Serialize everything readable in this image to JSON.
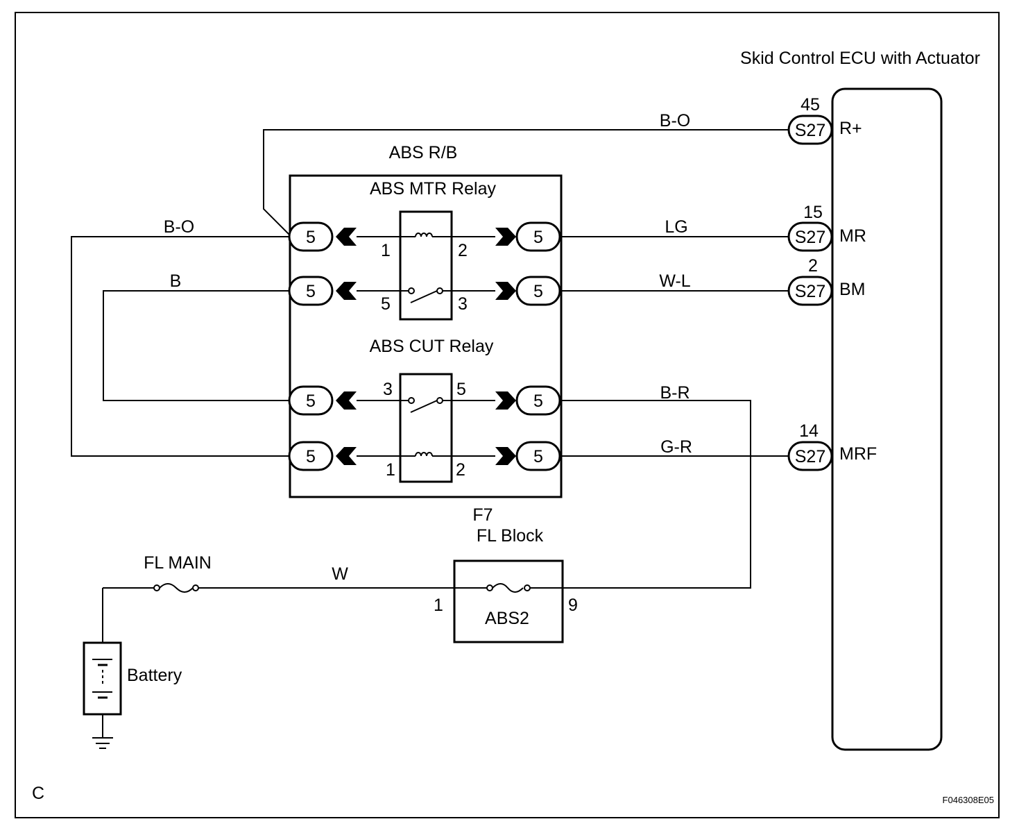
{
  "title": "Skid Control ECU with Actuator",
  "relay_block": {
    "name": "ABS R/B",
    "mtr_relay": "ABS MTR Relay",
    "cut_relay": "ABS CUT Relay",
    "connector_no": "5",
    "mtr_pins": {
      "p1": "1",
      "p2": "2",
      "p5": "5",
      "p3": "3"
    },
    "cut_pins": {
      "p3": "3",
      "p5": "5",
      "p1": "1",
      "p2": "2"
    }
  },
  "ecu": {
    "connector": "S27",
    "pins": [
      {
        "num": "45",
        "name": "R+"
      },
      {
        "num": "15",
        "name": "MR"
      },
      {
        "num": "2",
        "name": "BM"
      },
      {
        "num": "14",
        "name": "MRF"
      }
    ]
  },
  "wires": {
    "bo_top": "B-O",
    "bo_left": "B-O",
    "b_left": "B",
    "lg": "LG",
    "wl": "W-L",
    "br": "B-R",
    "gr": "G-R",
    "w": "W"
  },
  "fl_block": {
    "connector": "F7",
    "name": "FL Block",
    "fuse": "ABS2",
    "pin_in": "1",
    "pin_out": "9"
  },
  "fl_main": "FL MAIN",
  "battery": "Battery",
  "corner_letter": "C",
  "figure_id": "F046308E05"
}
